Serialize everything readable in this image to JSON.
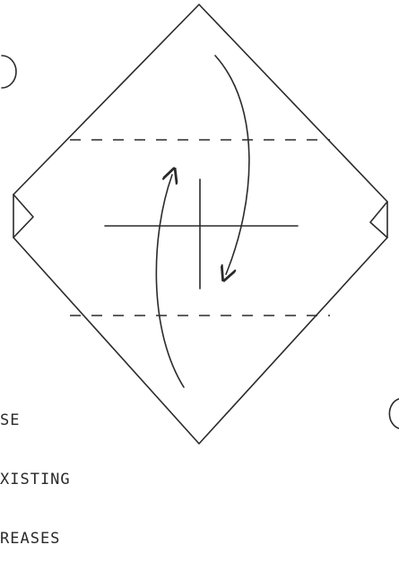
{
  "caption": {
    "lines": [
      "SE",
      "XISTING",
      "REASES"
    ]
  }
}
